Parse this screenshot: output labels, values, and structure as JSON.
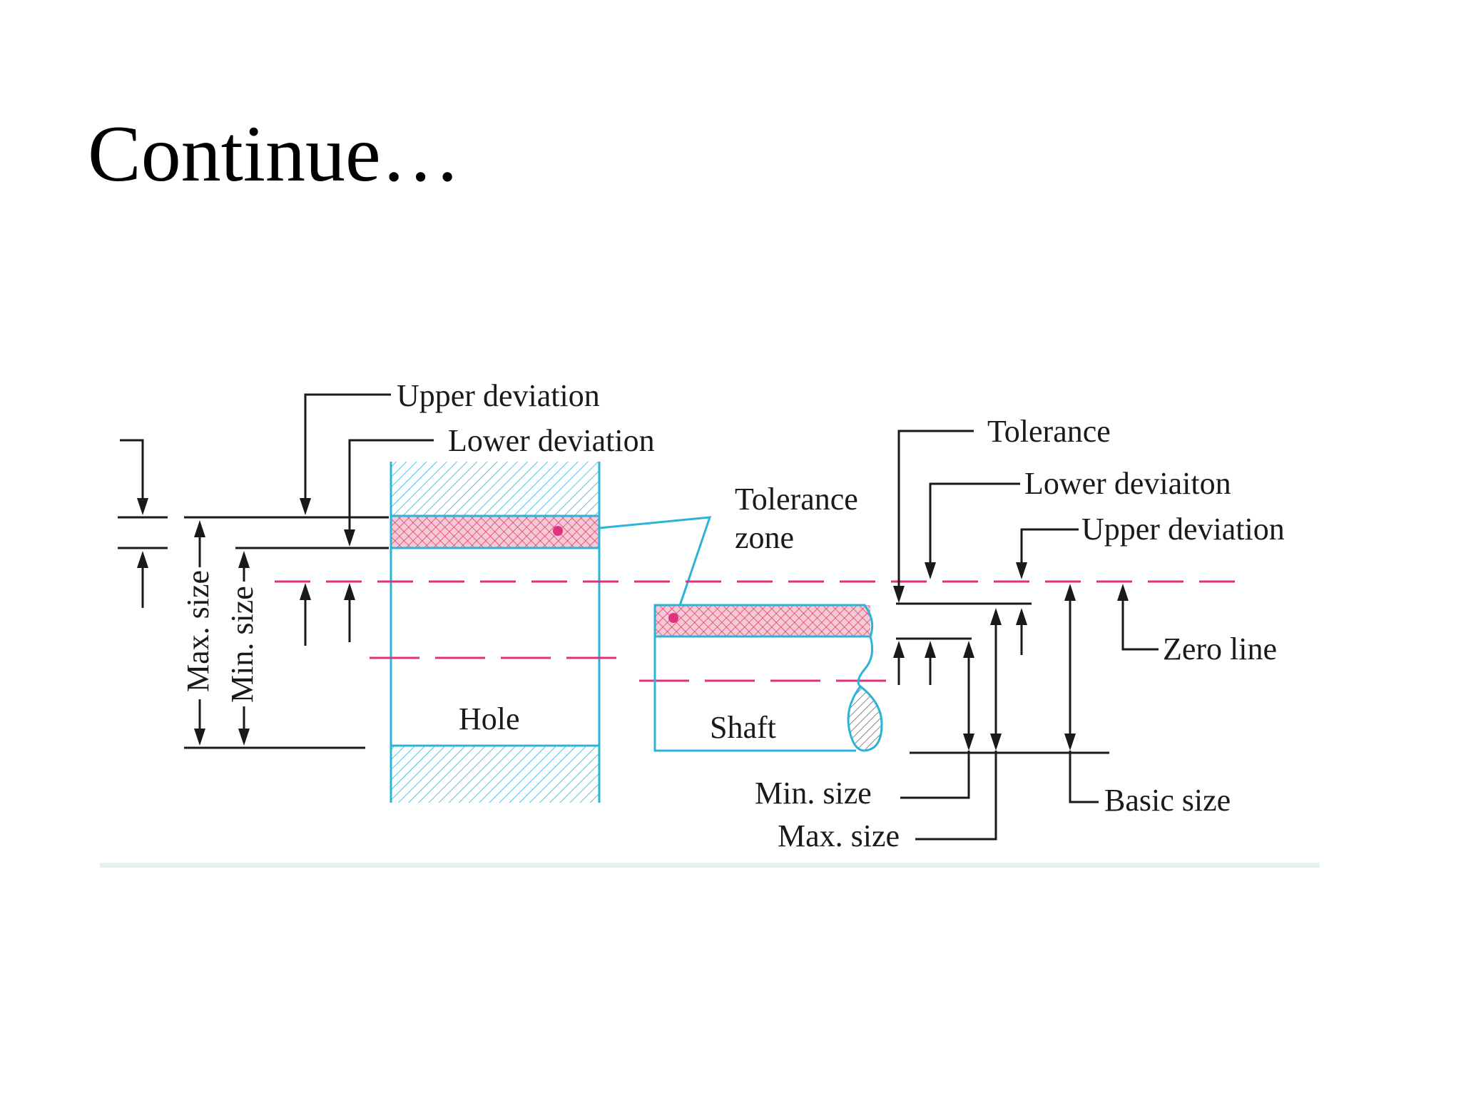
{
  "slide": {
    "title": "Continue…"
  },
  "diagram": {
    "labels": {
      "hole_upper_deviation": "Upper deviation",
      "hole_lower_deviation": "Lower deviation",
      "hole_max_size": "Max. size",
      "hole_min_size": "Min. size",
      "hole": "Hole",
      "tolerance_zone_line1": "Tolerance",
      "tolerance_zone_line2": "zone",
      "shaft": "Shaft",
      "shaft_tolerance": "Tolerance",
      "shaft_lower_deviation": "Lower deviaiton",
      "shaft_upper_deviation": "Upper deviation",
      "zero_line": "Zero line",
      "basic_size": "Basic size",
      "shaft_min_size": "Min. size",
      "shaft_max_size": "Max. size"
    },
    "colors": {
      "outline": "#2cb3d8",
      "zero_line": "#e0307f",
      "tolerance_fill": "#e0307f",
      "lines": "#1a1a1a"
    }
  }
}
